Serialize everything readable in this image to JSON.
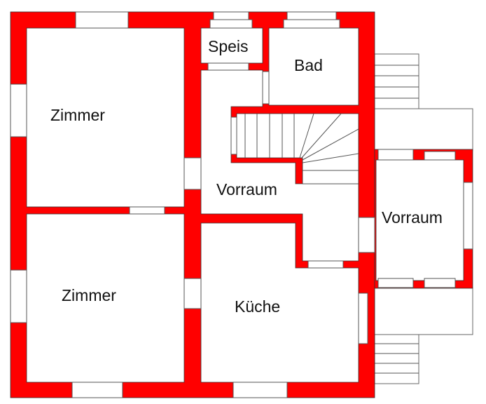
{
  "plan": {
    "rooms": {
      "zimmer_top": "Zimmer",
      "zimmer_bottom": "Zimmer",
      "speis": "Speis",
      "bad": "Bad",
      "vorraum_center": "Vorraum",
      "kueche": "Küche",
      "vorraum_right": "Vorraum"
    },
    "colors": {
      "wall": "#ff0000",
      "room": "#ffffff"
    }
  }
}
